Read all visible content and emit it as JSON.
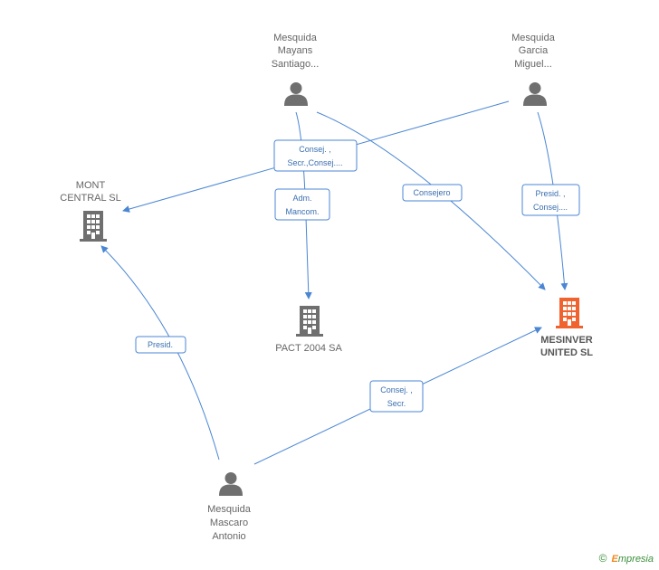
{
  "nodes": {
    "mayans": {
      "label": [
        "Mesquida",
        "Mayans",
        "Santiago..."
      ],
      "kind": "person"
    },
    "garcia": {
      "label": [
        "Mesquida",
        "Garcia",
        "Miguel..."
      ],
      "kind": "person"
    },
    "mont": {
      "label": [
        "MONT",
        "CENTRAL SL"
      ],
      "kind": "company"
    },
    "pact": {
      "label": [
        "PACT 2004 SA"
      ],
      "kind": "company"
    },
    "mesinver": {
      "label": [
        "MESINVER",
        "UNITED SL"
      ],
      "kind": "company-main"
    },
    "mascaro": {
      "label": [
        "Mesquida",
        "Mascaro",
        "Antonio"
      ],
      "kind": "person"
    }
  },
  "edges": [
    {
      "id": "e1",
      "label": [
        "Consej. ,",
        "Secr.,Consej...."
      ]
    },
    {
      "id": "e2",
      "label": [
        "Adm.",
        "Mancom."
      ]
    },
    {
      "id": "e3",
      "label": [
        "Consejero"
      ]
    },
    {
      "id": "e4",
      "label": [
        "Presid. ,",
        "Consej...."
      ]
    },
    {
      "id": "e5",
      "label": [
        "Presid."
      ]
    },
    {
      "id": "e6",
      "label": [
        "Consej. ,",
        "Secr."
      ]
    }
  ],
  "colors": {
    "edge": "#4a86d4",
    "icon_gray": "#6f6f6f",
    "icon_main": "#f0622e",
    "box_border": "#4a86d4"
  },
  "credit": {
    "symbol": "©",
    "brand_initial": "E",
    "brand_rest": "mpresia"
  }
}
